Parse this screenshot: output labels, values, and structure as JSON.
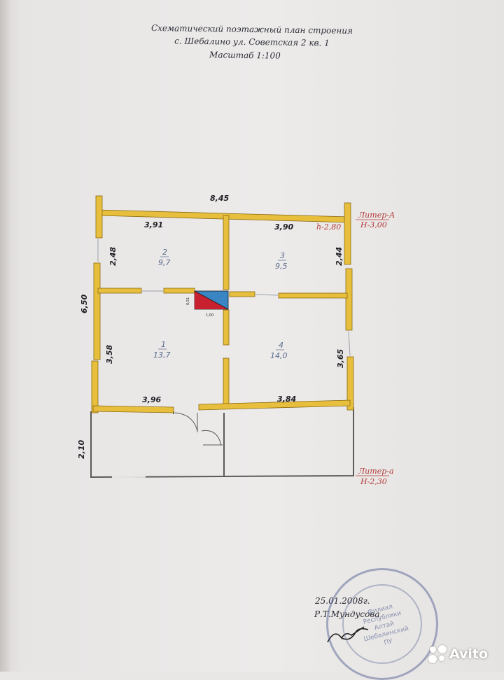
{
  "header": {
    "line1": "Схематический поэтажный план строения",
    "line2": "с. Шебалино ул. Советская 2 кв. 1",
    "line3": "Масштаб 1:100"
  },
  "dimensions": {
    "total_width": "8,45",
    "room2_width": "3,91",
    "room3_width": "3,90",
    "ceiling_height": "h-2,80",
    "total_depth": "6,50",
    "room2_depth": "2,48",
    "room3_depth": "2,44",
    "room1_depth": "3,58",
    "room4_depth": "3,65",
    "room1_width": "3,96",
    "room4_width": "3,84",
    "veranda_depth": "2,10",
    "stove_depth": "0,51",
    "stove_width": "1,00"
  },
  "rooms": [
    {
      "number": "2",
      "area": "9,7"
    },
    {
      "number": "3",
      "area": "9,5"
    },
    {
      "number": "1",
      "area": "13,7"
    },
    {
      "number": "4",
      "area": "14,0"
    }
  ],
  "liters": {
    "main_name": "Литер-А",
    "main_height": "Н-3,00",
    "annex_name": "Литер-а",
    "annex_height": "Н-2,30"
  },
  "footer": {
    "date": "25.01.2008г.",
    "author": "Р.Т.Мундусова"
  },
  "stamp": {
    "text": "Филиал Республики Алтай Шебалинский ПУ"
  },
  "watermark": {
    "label": "Avito"
  },
  "colors": {
    "wall": "#e8bf3c",
    "stove_red": "#c8202f",
    "stove_blue": "#3a86c4",
    "liter_text": "#b23b3b"
  }
}
